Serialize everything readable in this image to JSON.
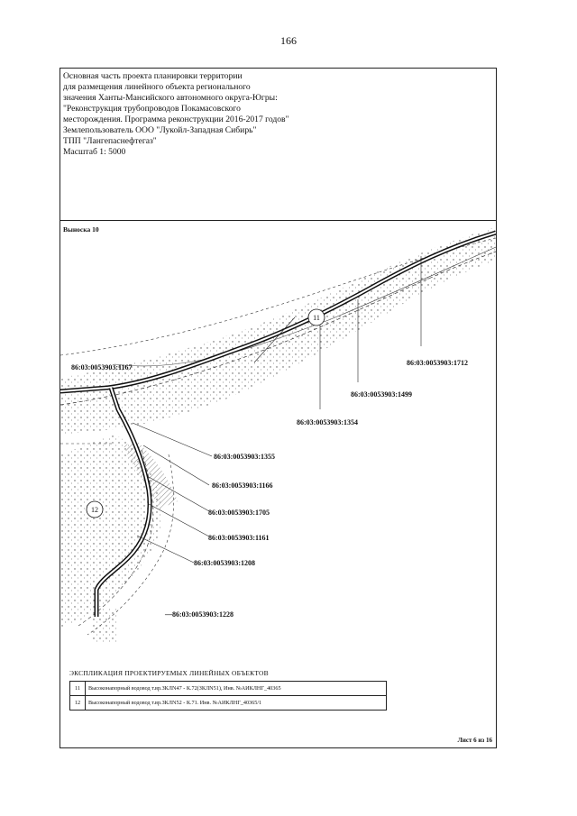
{
  "page_number": "166",
  "header": {
    "lines": [
      "Основная часть проекта планировки территории",
      "для размещения линейного объекта регионального",
      "значения Ханты-Мансийского автономного округа-Югры:",
      "\"Реконструкция трубопроводов Покамасовского",
      "месторождения. Программа реконструкции 2016-2017 годов\"",
      "Землепользователь ООО \"Лукойл-Западная Сибирь\"",
      "ТПП \"Лангепаснефтегаз\"",
      "Масштаб 1: 5000"
    ]
  },
  "callout_title": "Выноска 10",
  "map": {
    "parcels": [
      "86:03:0053903:1167",
      "86:03:0053903:1712",
      "86:03:0053903:1499",
      "86:03:0053903:1354",
      "86:03:0053903:1355",
      "86:03:0053903:1166",
      "86:03:0053903:1705",
      "86:03:0053903:1161",
      "86:03:0053903:1208",
      "—86:03:0053903:1228"
    ],
    "objects": [
      "11",
      "12"
    ]
  },
  "legend": {
    "title": "ЭКСПЛИКАЦИЯ ПРОЕКТИРУЕМЫХ ЛИНЕЙНЫХ ОБЪЕКТОВ",
    "rows": [
      {
        "num": "11",
        "text": "Высоконапорный водовод т.вр.ЗКЛN47 - К.72(ЗКЛN51), Инв. №АИКЛНГ_40365"
      },
      {
        "num": "12",
        "text": "Высоконапорный водовод т.вр.ЗКЛN52 - К.71. Инв. №АИКЛНГ_40365/1"
      }
    ]
  },
  "sheet_label": "Лист 6 из 16"
}
